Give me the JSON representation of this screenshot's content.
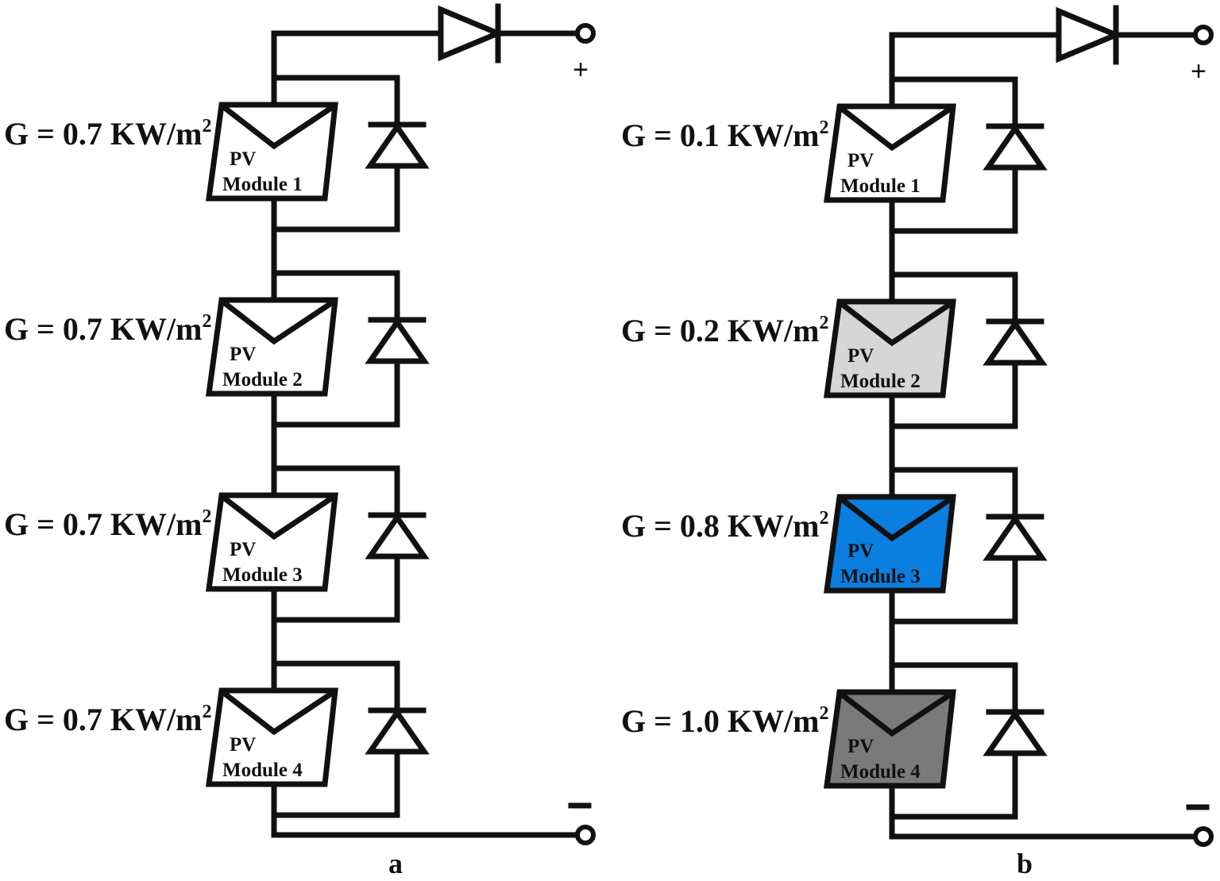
{
  "figure": "Series-connected PV string with bypass diodes and blocking diode",
  "panels": [
    {
      "id": "a",
      "caption": "a",
      "terminal_plus": "+",
      "terminal_minus": "—",
      "modules": [
        {
          "irradiance": "G = 0.7 KW/m",
          "exp": "2",
          "label_line1": "PV",
          "label_line2": "Module 1",
          "fill": "#ffffff"
        },
        {
          "irradiance": "G = 0.7 KW/m",
          "exp": "2",
          "label_line1": "PV",
          "label_line2": "Module 2",
          "fill": "#ffffff"
        },
        {
          "irradiance": "G = 0.7 KW/m",
          "exp": "2",
          "label_line1": "PV",
          "label_line2": "Module 3",
          "fill": "#ffffff"
        },
        {
          "irradiance": "G = 0.7 KW/m",
          "exp": "2",
          "label_line1": "PV",
          "label_line2": "Module 4",
          "fill": "#ffffff"
        }
      ]
    },
    {
      "id": "b",
      "caption": "b",
      "terminal_plus": "+",
      "terminal_minus": "—",
      "modules": [
        {
          "irradiance": "G = 0.1 KW/m",
          "exp": "2",
          "label_line1": "PV",
          "label_line2": "Module 1",
          "fill": "#ffffff"
        },
        {
          "irradiance": "G = 0.2 KW/m",
          "exp": "2",
          "label_line1": "PV",
          "label_line2": "Module 2",
          "fill": "#d6d6d6"
        },
        {
          "irradiance": "G = 0.8 KW/m",
          "exp": "2",
          "label_line1": "PV",
          "label_line2": "Module 3",
          "fill": "#0a7fe0"
        },
        {
          "irradiance": "G = 1.0 KW/m",
          "exp": "2",
          "label_line1": "PV",
          "label_line2": "Module 4",
          "fill": "#7a7a7a"
        }
      ]
    }
  ]
}
